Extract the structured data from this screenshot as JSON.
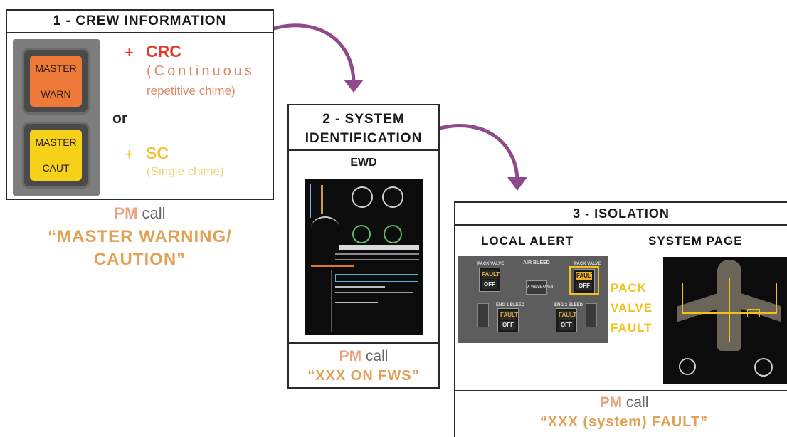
{
  "step1": {
    "title": "1 - CREW INFORMATION",
    "warn_button": {
      "line1": "MASTER",
      "line2": "WARN"
    },
    "caut_button": {
      "line1": "MASTER",
      "line2": "CAUT"
    },
    "crc_plus": "+",
    "crc_label": "CRC",
    "crc_desc_1": "(Continuous",
    "crc_desc_2": "repetitive chime)",
    "or_text": "or",
    "sc_plus": "+",
    "sc_label": "SC",
    "sc_desc": "(Single chime)",
    "pm": "PM",
    "call": "call",
    "phrase_1": "“MASTER WARNING/",
    "phrase_2": "CAUTION”"
  },
  "step2": {
    "title_1": "2 - SYSTEM",
    "title_2": "IDENTIFICATION",
    "subtitle": "EWD",
    "pm": "PM",
    "call": "call",
    "phrase": "“XXX ON FWS”"
  },
  "step3": {
    "title": "3 - ISOLATION",
    "local_alert": "LOCAL ALERT",
    "system_page": "SYSTEM PAGE",
    "panel": {
      "air_bleed": "AIR BLEED",
      "fault": "FAULT",
      "off": "OFF",
      "pack_valve": "PACK VALVE",
      "eng1_bleed": "ENG 1 BLEED",
      "eng2_bleed": "ENG 2 BLEED",
      "x_valve": "X VALVE OPEN"
    },
    "alert_1": "PACK",
    "alert_2": "VALVE",
    "alert_3": "FAULT",
    "pm": "PM",
    "call": "call",
    "phrase": "“XXX (system) FAULT”"
  },
  "colors": {
    "crc_red": "#e23b2e",
    "crc_desc": "#e08a6a",
    "sc_yellow": "#f2c22e",
    "sc_desc": "#f0d277",
    "pm_salmon": "#e8a37f",
    "phrase_orange": "#e2a155",
    "master_warn": "#ee7a3a",
    "master_caut": "#f6d11a",
    "arrow": "#8e4a8a",
    "pack_fault": "#f2c21b"
  }
}
